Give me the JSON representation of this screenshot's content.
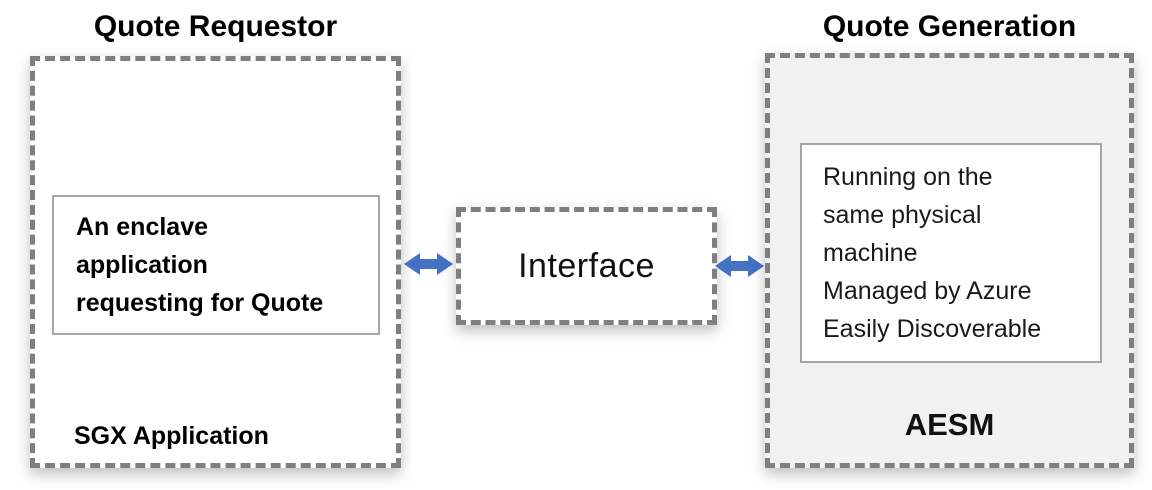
{
  "diagram": {
    "left_group": {
      "title": "Quote Requestor",
      "inner_text": "An enclave\napplication\nrequesting for Quote",
      "footer_label": "SGX Application"
    },
    "interface": {
      "label": "Interface"
    },
    "right_group": {
      "title": "Quote Generation",
      "inner_text": "Running on the\nsame physical\nmachine\nManaged by Azure\nEasily Discoverable",
      "footer_label": "AESM"
    },
    "icons": {
      "left_arrow": "bidirectional-arrow-icon",
      "right_arrow": "bidirectional-arrow-icon"
    },
    "colors": {
      "arrow_blue": "#4472C4",
      "dashed_border_gray": "#7f7f7f",
      "inner_border_gray": "#a6a6a6",
      "right_box_fill": "#f1f1f1",
      "text_black": "#000000"
    }
  }
}
